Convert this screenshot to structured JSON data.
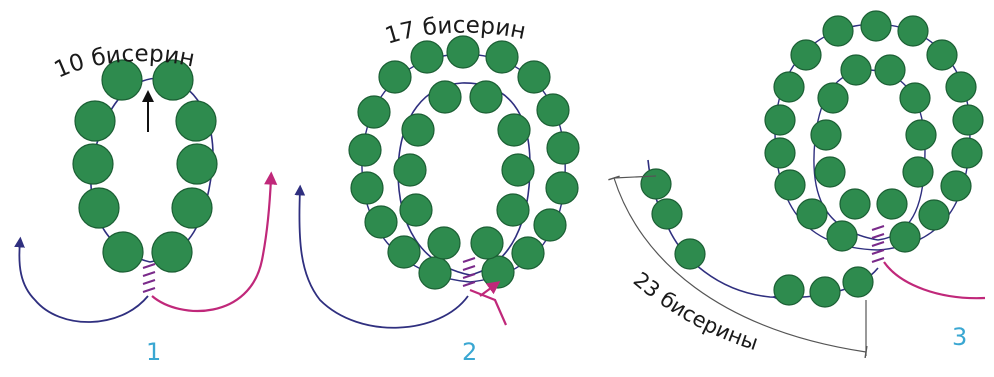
{
  "figures": [
    {
      "caption": "10 бисерин",
      "step": "1"
    },
    {
      "caption": "17 бисерин",
      "step": "2"
    },
    {
      "caption": "23 бисерины",
      "step": "3"
    }
  ],
  "colors": {
    "bead": "#2e8b4e",
    "bead_outline": "#1b5f34",
    "thread_blue": "#2f2f7f",
    "thread_pink": "#c0287a",
    "step_number": "#3aa7d2",
    "caption_text": "#1a1a1a",
    "arrow": "#111111"
  }
}
